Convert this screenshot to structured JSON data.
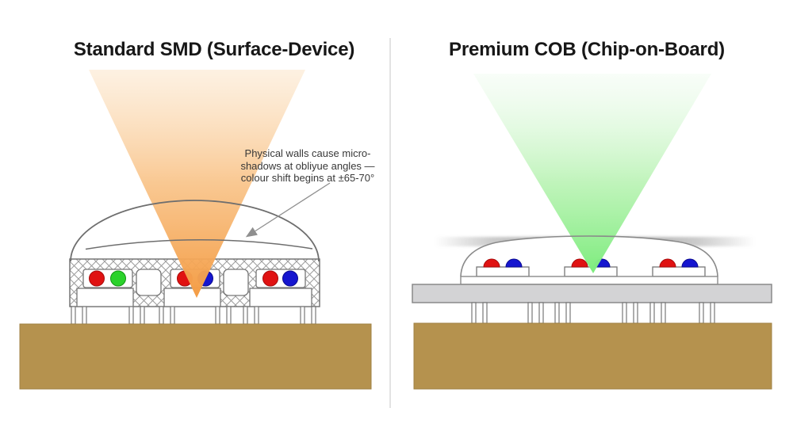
{
  "panels": {
    "smd": {
      "title": "Standard SMD (Surface-Device)",
      "packages": [
        {
          "leds": [
            "red",
            "green"
          ]
        },
        {
          "leds": [
            "red",
            "blue"
          ]
        },
        {
          "leds": [
            "red",
            "blue"
          ]
        }
      ]
    },
    "cob": {
      "title": "Premium COB (Chip-on-Board)",
      "chips": [
        {
          "leds": [
            "red",
            "blue"
          ]
        },
        {
          "leds": [
            "red",
            "blue"
          ]
        },
        {
          "leds": [
            "red",
            "blue"
          ]
        }
      ]
    }
  },
  "annotation": {
    "lines": [
      "Physical walls cause micro-",
      "shadows at obliyue angles —",
      "colour shift begins at ±65-70°"
    ]
  },
  "colors": {
    "led_red": "#e01212",
    "led_green": "#2bd22b",
    "led_blue": "#1515cf",
    "board_brown": "#b5924e",
    "board_edge": "#a08144",
    "plate_gray": "#d3d3d5",
    "outline_gray": "#7a7a7a",
    "arc_gray": "#6e6e6e",
    "beam_orange_top": "#fad7ac",
    "beam_orange_mid": "#f8be7e",
    "beam_orange_bottom": "#f49c44",
    "beam_green_top": "#e8fae8",
    "beam_green_mid": "#b4f2ae",
    "beam_green_bottom": "#7dec7d"
  }
}
